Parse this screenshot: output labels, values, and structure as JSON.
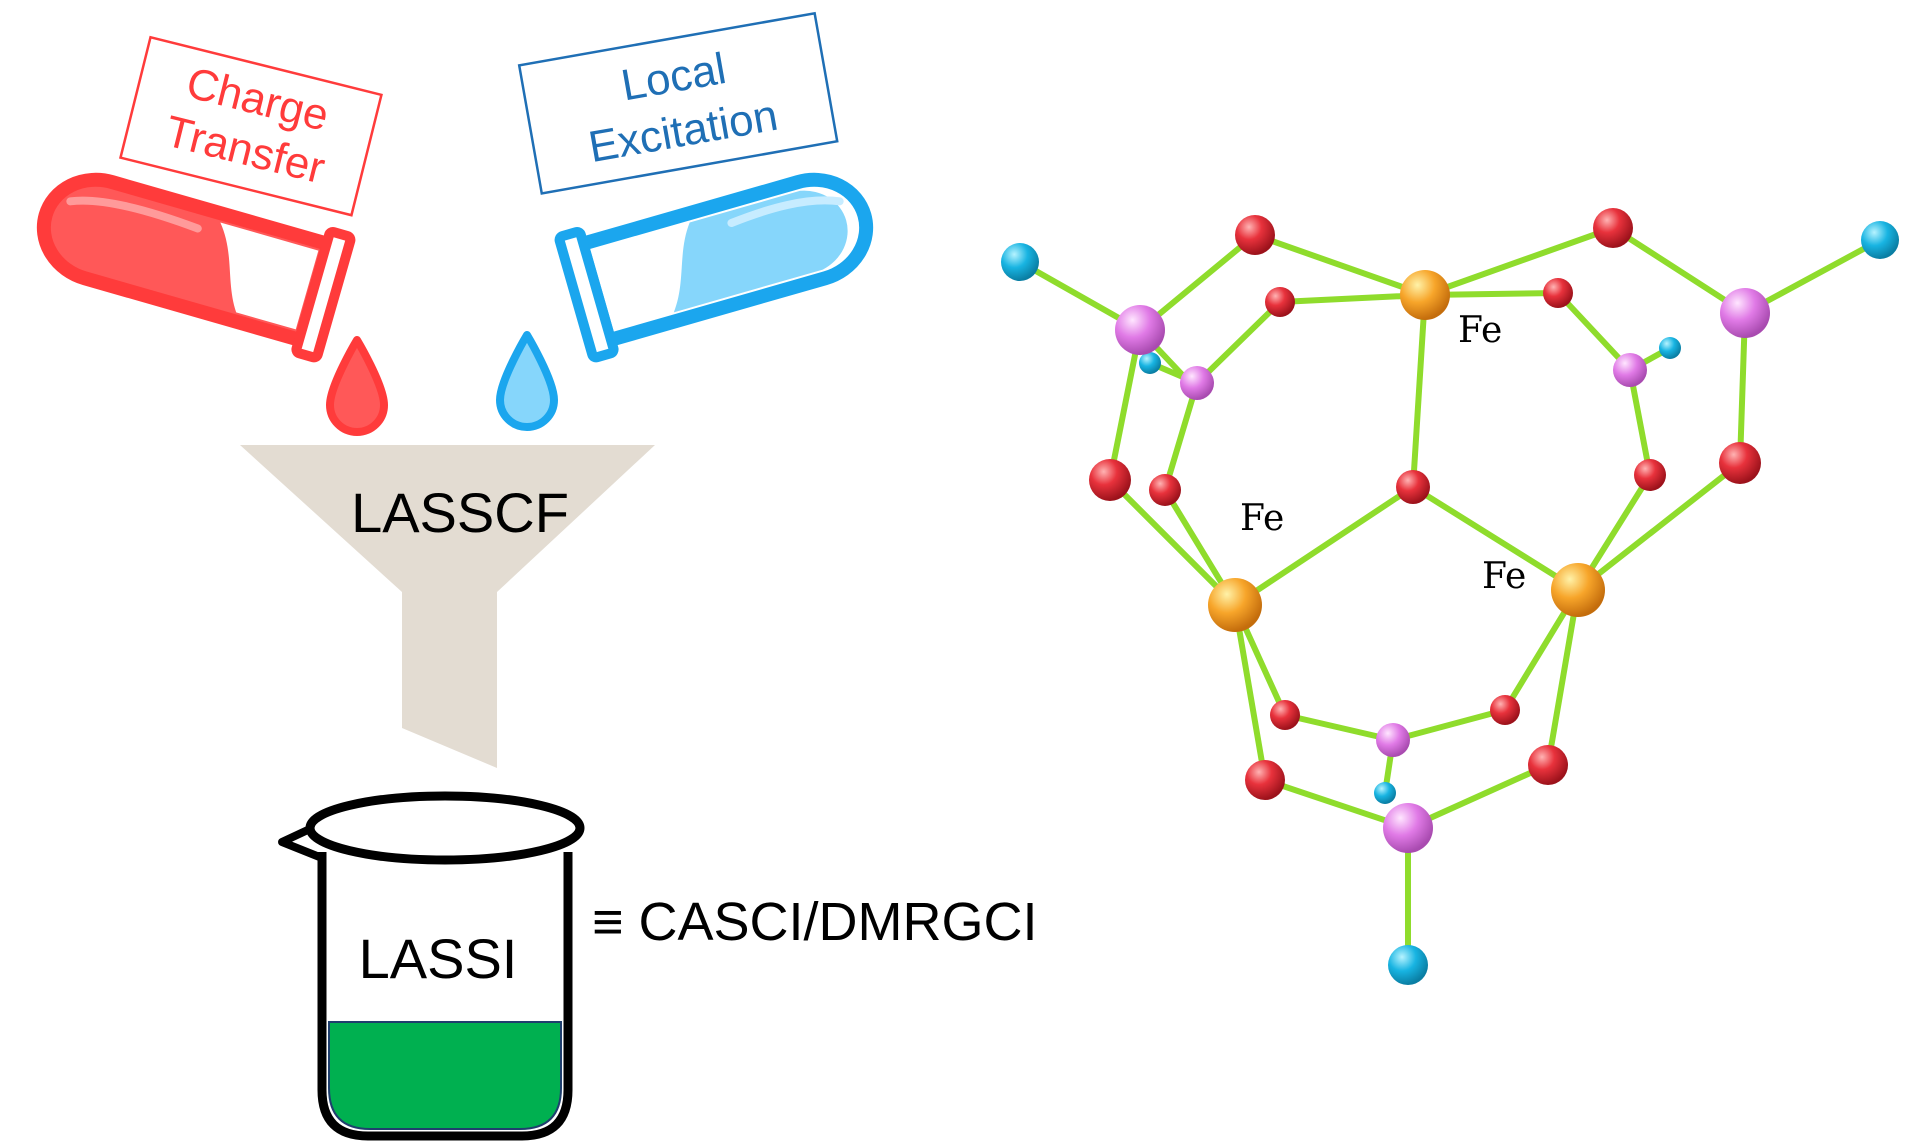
{
  "labels": {
    "charge_transfer_line1": "Charge",
    "charge_transfer_line2": "Transfer",
    "local_excitation_line1": "Local",
    "local_excitation_line2": "Excitation",
    "funnel": "LASSCF",
    "beaker": "LASSI",
    "equivalence": "≡ CASCI/DMRGCI",
    "fe_top": "Fe",
    "fe_left": "Fe",
    "fe_right": "Fe"
  },
  "colors": {
    "charge_transfer": "#ff3b3b",
    "local_excitation": "#1ba6ee",
    "funnel": "#e3dcd2",
    "beaker_liquid": "#00b050",
    "bond": "#8fdc2c",
    "iron": "#f5a623",
    "oxygen": "#e0303a",
    "phosphorus": "#e27ae6",
    "terminal": "#1bb6e0"
  },
  "icons": [
    "red-test-tube-icon",
    "blue-test-tube-icon",
    "red-droplet-icon",
    "blue-droplet-icon",
    "funnel-icon",
    "beaker-icon"
  ]
}
